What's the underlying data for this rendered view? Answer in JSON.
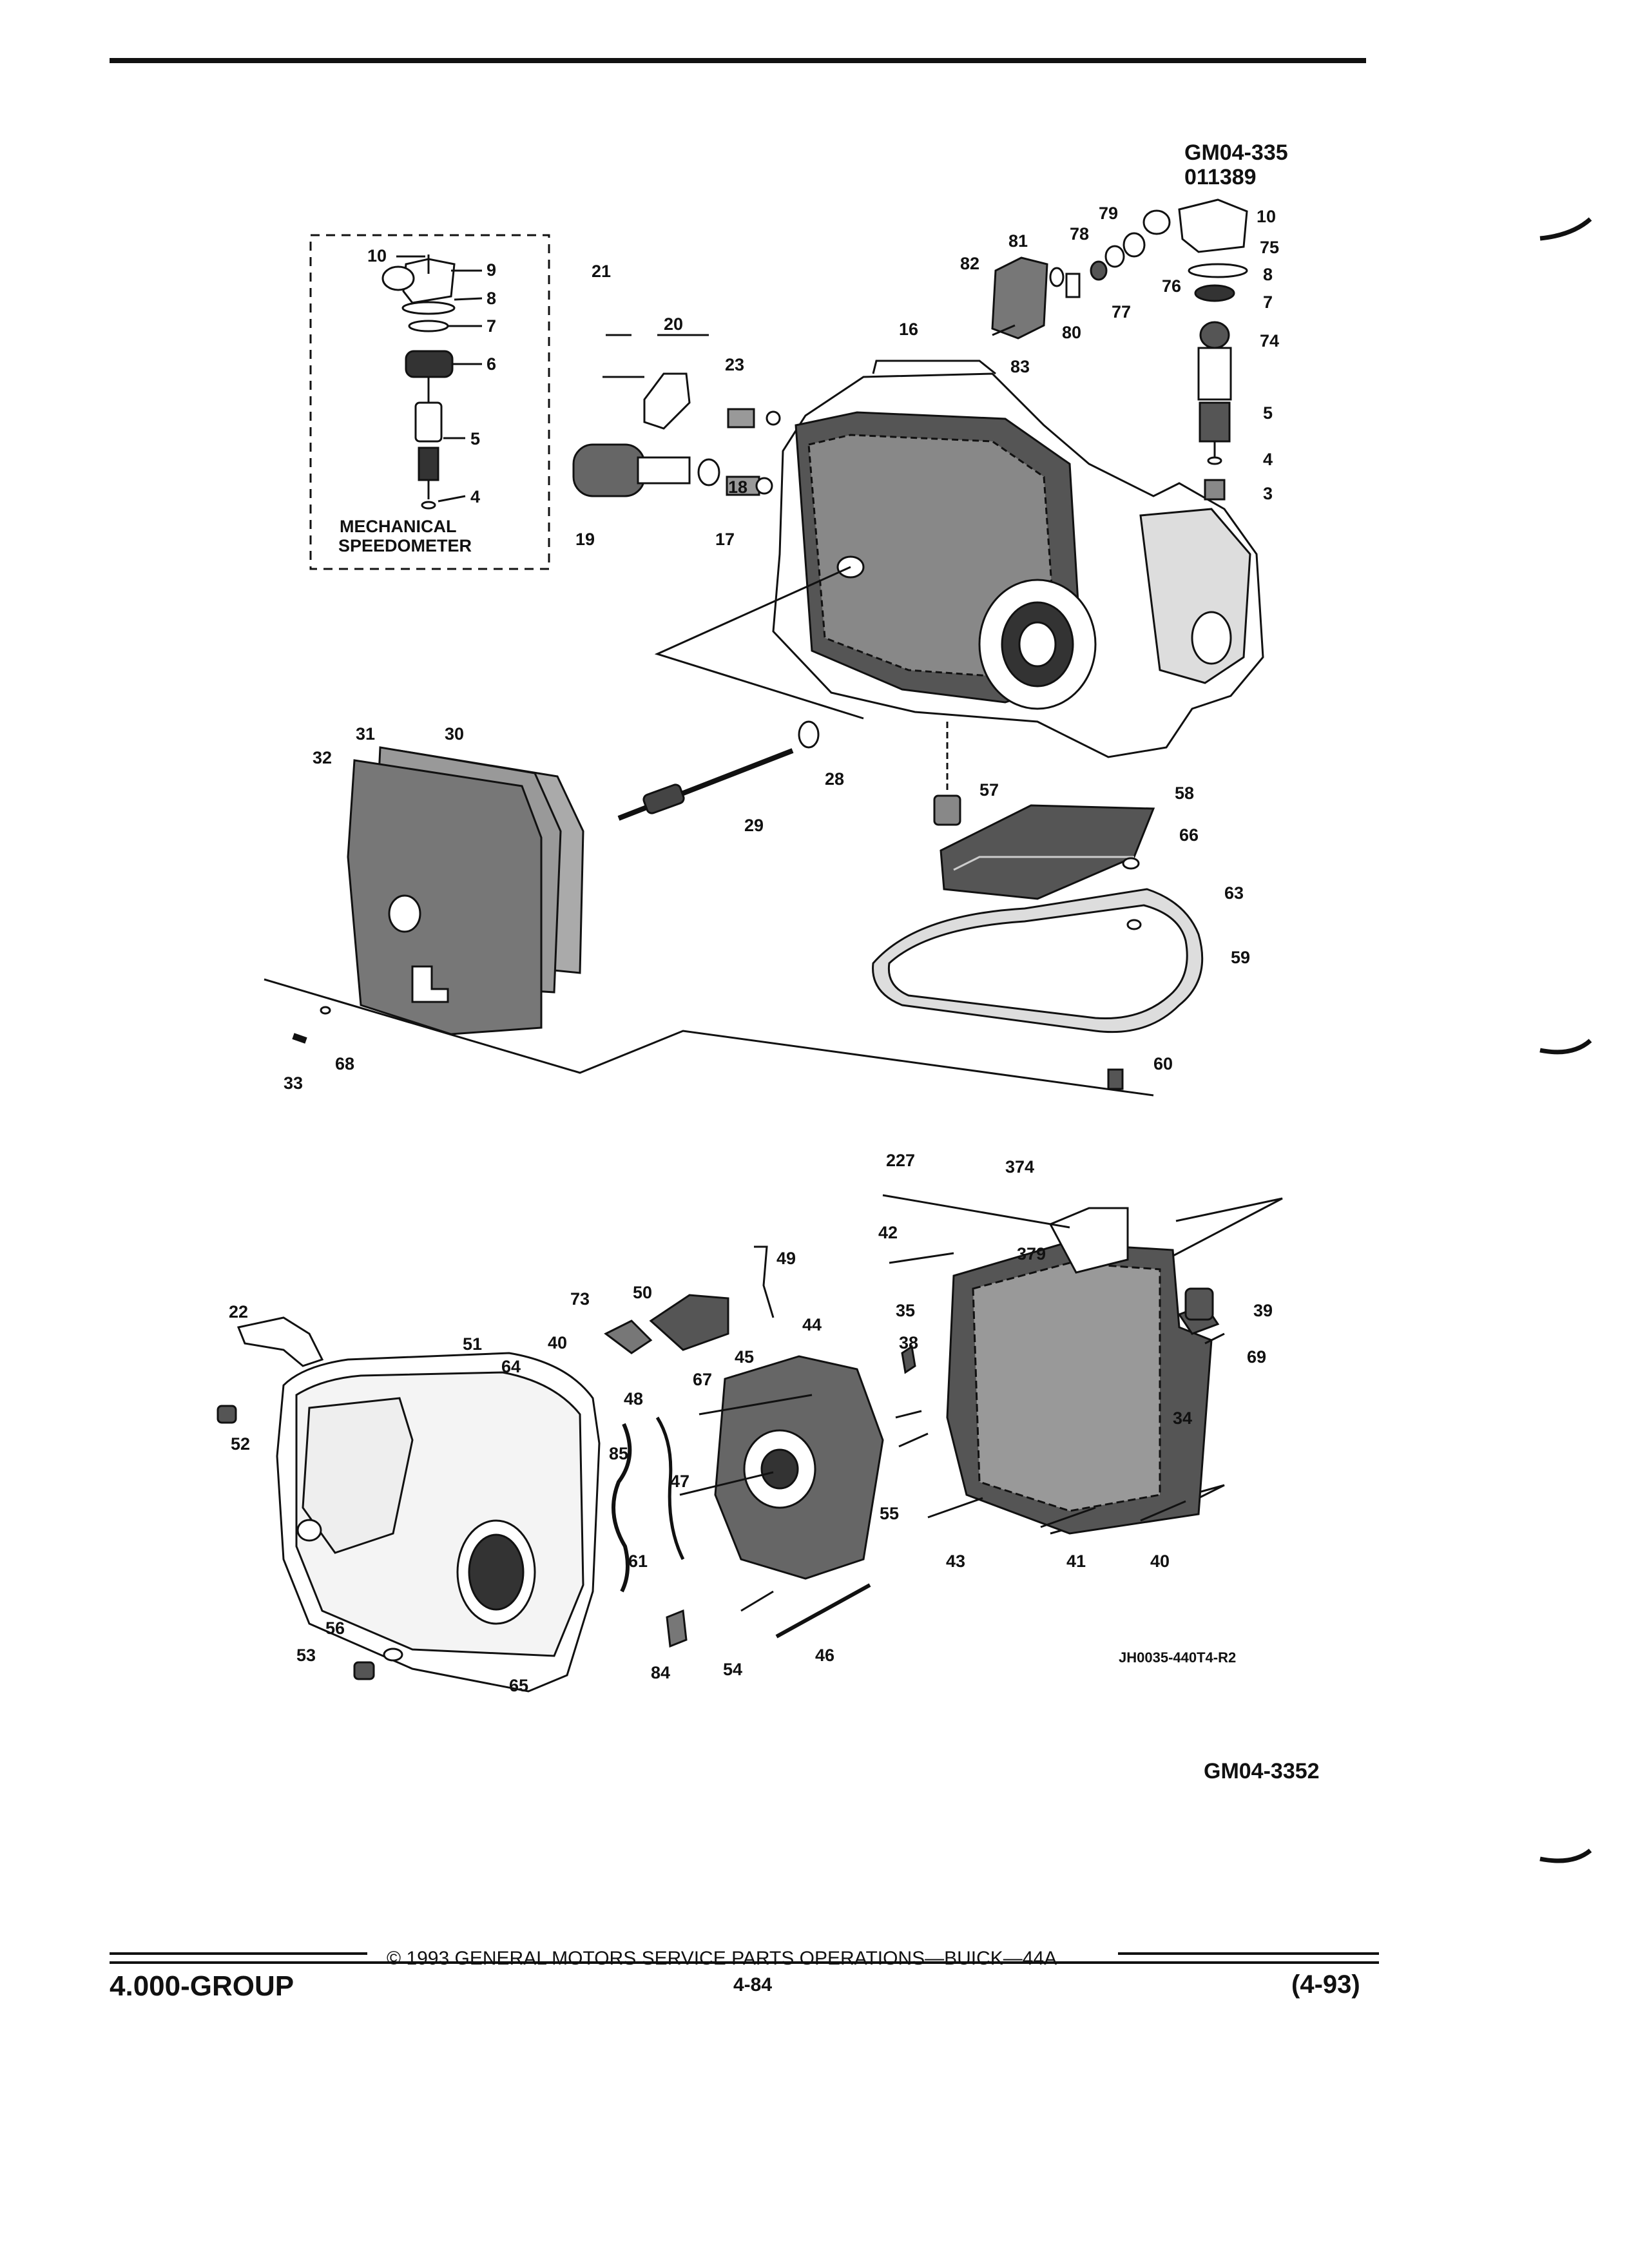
{
  "header": {
    "figure_id": "GM04-335",
    "figure_sub_id": "011389"
  },
  "inset": {
    "title_line1": "MECHANICAL",
    "title_line2": "SPEEDOMETER"
  },
  "drawing_code": "JH0035-440T4-R2",
  "figure_id_bottom": "GM04-3352",
  "footer": {
    "copyright": "© 1993 GENERAL MOTORS SERVICE PARTS OPERATIONS—BUICK—44A",
    "group": "4.000-GROUP",
    "page_number": "4-84",
    "revision": "(4-93)"
  },
  "callouts": {
    "c3": "3",
    "c4": "4",
    "c4b": "4",
    "c5": "5",
    "c5b": "5",
    "c6": "6",
    "c7": "7",
    "c7b": "7",
    "c8": "8",
    "c8b": "8",
    "c9": "9",
    "c10": "10",
    "c10b": "10",
    "c16": "16",
    "c17": "17",
    "c18": "18",
    "c19": "19",
    "c20": "20",
    "c21": "21",
    "c22": "22",
    "c23": "23",
    "c28": "28",
    "c29": "29",
    "c30": "30",
    "c31": "31",
    "c32": "32",
    "c33": "33",
    "c34": "34",
    "c35": "35",
    "c38": "38",
    "c39": "39",
    "c40": "40",
    "c40b": "40",
    "c41": "41",
    "c42": "42",
    "c43": "43",
    "c44": "44",
    "c45": "45",
    "c46": "46",
    "c47": "47",
    "c48": "48",
    "c49": "49",
    "c50": "50",
    "c51": "51",
    "c52": "52",
    "c53": "53",
    "c54": "54",
    "c55": "55",
    "c56": "56",
    "c57": "57",
    "c58": "58",
    "c59": "59",
    "c60": "60",
    "c61": "61",
    "c63": "63",
    "c64": "64",
    "c65": "65",
    "c66": "66",
    "c67": "67",
    "c68": "68",
    "c69": "69",
    "c73": "73",
    "c74": "74",
    "c75": "75",
    "c76": "76",
    "c77": "77",
    "c78": "78",
    "c79": "79",
    "c80": "80",
    "c81": "81",
    "c82": "82",
    "c83": "83",
    "c84": "84",
    "c85": "85",
    "c227": "227",
    "c374": "374",
    "c379": "379"
  },
  "colors": {
    "ink": "#111111",
    "paper": "#ffffff"
  }
}
